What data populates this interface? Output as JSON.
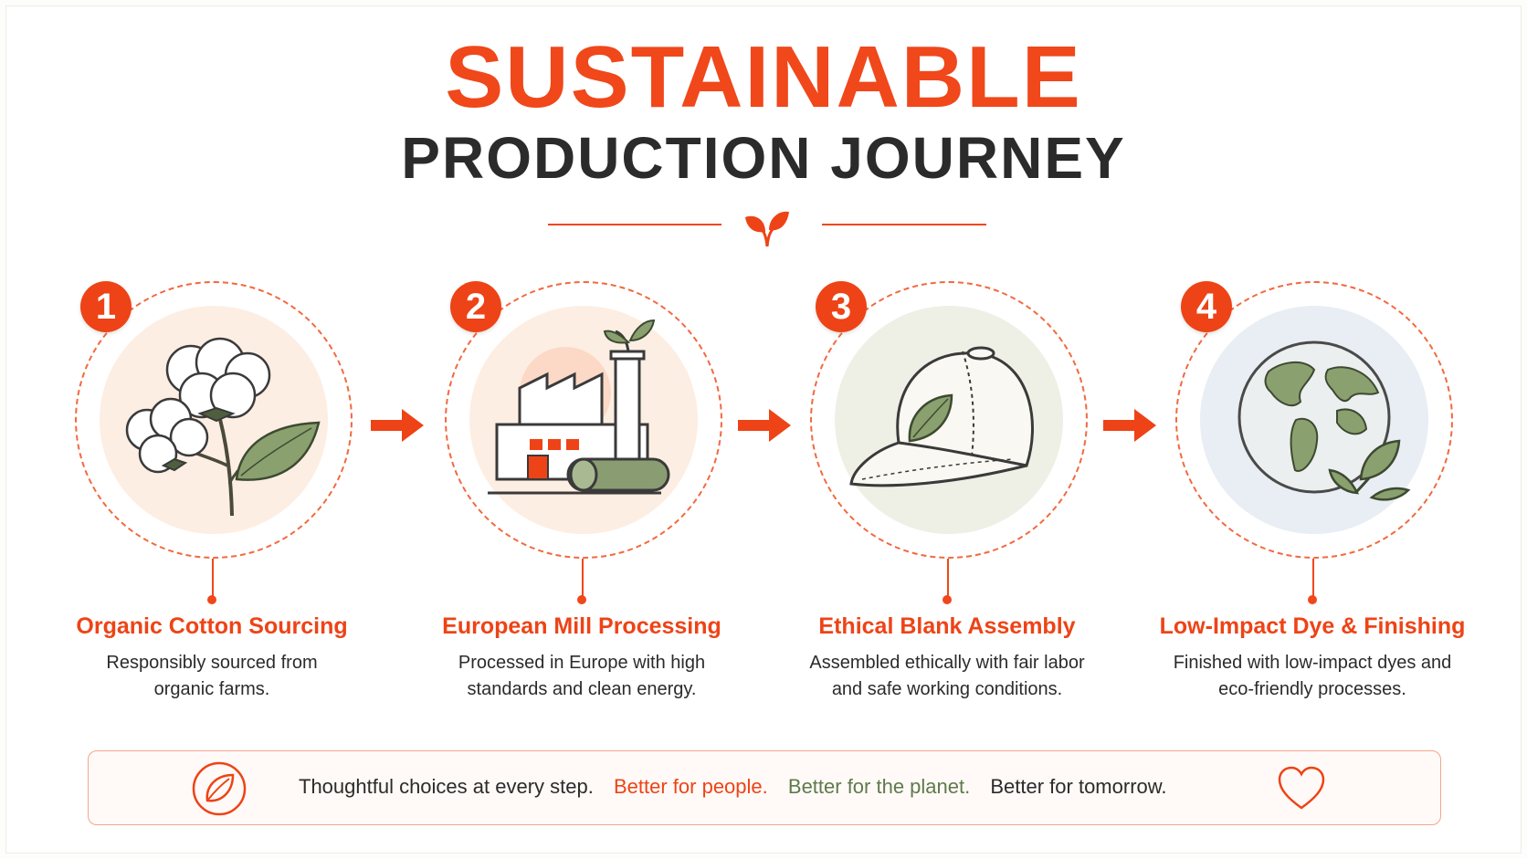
{
  "header": {
    "title": "SUSTAINABLE",
    "subtitle": "PRODUCTION JOURNEY",
    "divider_icon": "leaf-sprout-icon"
  },
  "steps": [
    {
      "number": "1",
      "title": "Organic Cotton Sourcing",
      "description_line1": "Responsibly sourced from",
      "description_line2": "organic farms.",
      "icon": "cotton-plant-icon"
    },
    {
      "number": "2",
      "title": "European Mill Processing",
      "description_line1": "Processed in Europe with high",
      "description_line2": "standards and clean energy.",
      "icon": "factory-icon"
    },
    {
      "number": "3",
      "title": "Ethical Blank Assembly",
      "description_line1": "Assembled ethically with fair labor",
      "description_line2": "and safe working conditions.",
      "icon": "cap-icon"
    },
    {
      "number": "4",
      "title": "Low-Impact Dye & Finishing",
      "description_line1": "Finished with low-impact dyes and",
      "description_line2": "eco-friendly processes.",
      "icon": "globe-icon"
    }
  ],
  "footer": {
    "part1": "Thoughtful choices at every step.",
    "part2": "Better for people.",
    "part3": "Better for the planet.",
    "part4": "Better for tomorrow.",
    "left_icon": "leaf-icon",
    "right_icon": "heart-icon"
  },
  "colors": {
    "accent": "#ee4316",
    "dark_text": "#2b2b2b",
    "leaf_green": "#5f7a4c",
    "disc_1": "#fdeee3",
    "disc_2": "#fdeee3",
    "disc_3": "#eef0e6",
    "disc_4": "#e8eef3"
  }
}
